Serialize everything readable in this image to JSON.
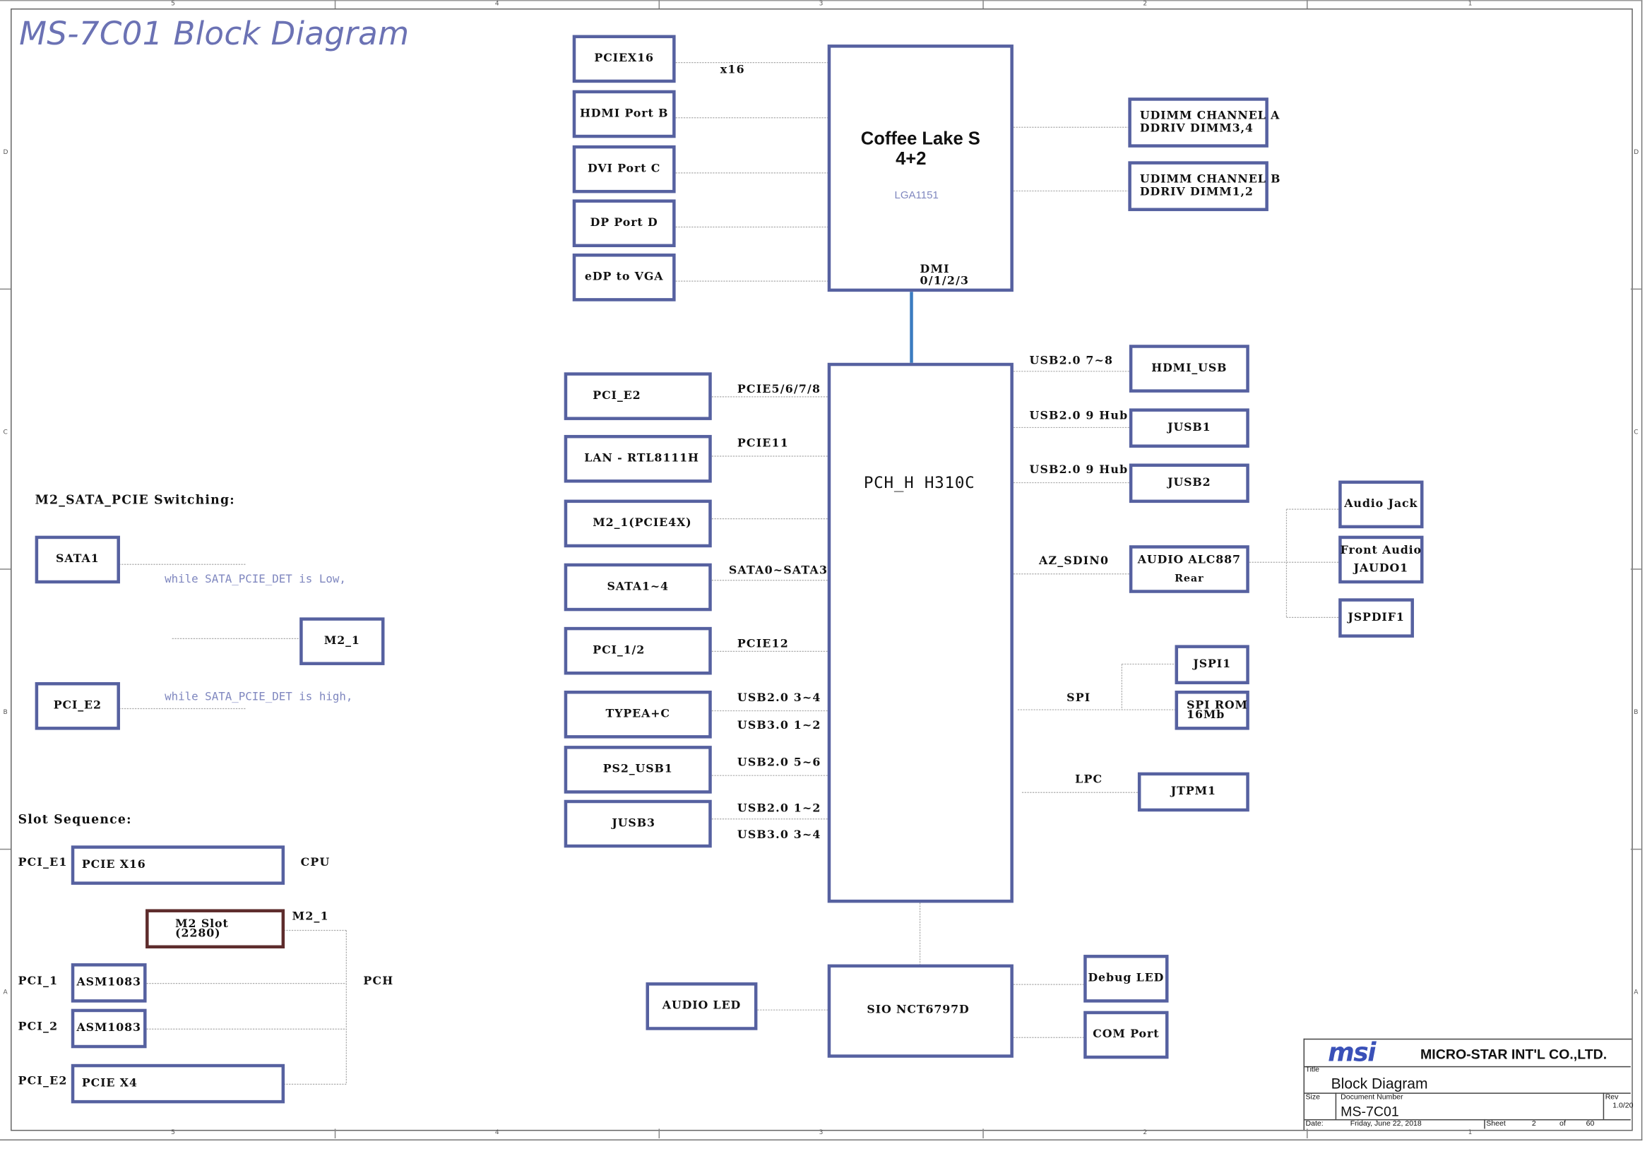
{
  "title": "MS-7C01 Block Diagram",
  "zone_numbers_top": [
    "5",
    "4",
    "3",
    "2",
    "1"
  ],
  "zone_numbers_bottom": [
    "5",
    "4",
    "3",
    "2",
    "1"
  ],
  "zone_letters": [
    "D",
    "C",
    "B",
    "A"
  ],
  "cpu": {
    "name_line1": "Coffee Lake S",
    "name_line2": "4+2",
    "socket": "LGA1151",
    "dmi_line1": "DMI",
    "dmi_line2": "0/1/2/3"
  },
  "cpu_left": [
    {
      "label": "PCIEX16",
      "link": "x16"
    },
    {
      "label": "HDMI Port B",
      "link": ""
    },
    {
      "label": "DVI Port C",
      "link": ""
    },
    {
      "label": "DP Port D",
      "link": ""
    },
    {
      "label": "eDP to VGA",
      "link": ""
    }
  ],
  "cpu_right": [
    {
      "line1": "UDIMM  CHANNEL A",
      "line2": "DDRIV  DIMM3,4"
    },
    {
      "line1": "UDIMM CHANNEL B",
      "line2": "DDRIV  DIMM1,2"
    }
  ],
  "pch": {
    "name": "PCH_H H310C"
  },
  "pch_left": [
    {
      "label": "PCI_E2",
      "link1": "PCIE5/6/7/8",
      "link2": ""
    },
    {
      "label": "LAN - RTL8111H",
      "link1": "PCIE11",
      "link2": ""
    },
    {
      "label": "M2_1(PCIE4X)",
      "link1": "",
      "link2": ""
    },
    {
      "label": "SATA1~4",
      "link1": "SATA0~SATA3",
      "link2": ""
    },
    {
      "label": "PCI_1/2",
      "link1": "PCIE12",
      "link2": ""
    },
    {
      "label": "TYPEA+C",
      "link1": "USB2.0  3~4",
      "link2": "USB3.0   1~2"
    },
    {
      "label": "PS2_USB1",
      "link1": "USB2.0  5~6",
      "link2": ""
    },
    {
      "label": "JUSB3",
      "link1": "USB2.0  1~2",
      "link2": "USB3.0  3~4"
    }
  ],
  "pch_right": [
    {
      "label": "HDMI_USB",
      "link": "USB2.0  7~8"
    },
    {
      "label": "JUSB1",
      "link": "USB2.0  9  Hub"
    },
    {
      "label": "JUSB2",
      "link": "USB2.0  9  Hub"
    },
    {
      "label_line1": "AUDIO ALC887",
      "label_line2": "Rear",
      "link": "AZ_SDIN0"
    },
    {
      "label": "JSPI1",
      "link": "SPI"
    },
    {
      "label_line1": "SPI ROM",
      "label_line2": "16Mb",
      "link": ""
    },
    {
      "label": "JTPM1",
      "link": "LPC"
    }
  ],
  "audio": {
    "jack": "Audio  Jack",
    "front_line1": "Front  Audio",
    "front_line2": "JAUDO1",
    "spdif": "JSPDIF1"
  },
  "sio": {
    "name": "SIO NCT6797D",
    "left": "AUDIO LED",
    "right1": "Debug LED",
    "right2": "COM Port"
  },
  "switching": {
    "heading": "M2_SATA_PCIE  Switching:",
    "sata": "SATA1",
    "pcie": "PCI_E2",
    "m2": "M2_1",
    "note_low": "while  SATA_PCIE_DET  is  Low,",
    "note_high": "while  SATA_PCIE_DET  is  high,"
  },
  "slots": {
    "heading": "Slot Sequence:",
    "rows": [
      {
        "name": "PCI_E1",
        "box": "PCIE X16",
        "tag": "CPU"
      },
      {
        "name": "",
        "box_line1": "M2  Slot",
        "box_line2": "(2280)",
        "tag": "M2_1"
      },
      {
        "name": "PCI_1",
        "box": "ASM1083",
        "tag": "PCH"
      },
      {
        "name": "PCI_2",
        "box": "ASM1083",
        "tag": ""
      },
      {
        "name": "PCI_E2",
        "box": "PCIE X4",
        "tag": ""
      }
    ]
  },
  "title_block": {
    "logo": "msi",
    "company": "MICRO-STAR INT'L CO.,LTD.",
    "title_label": "Title",
    "title": "Block Diagram",
    "size_label": "Size",
    "docnum_label": "Document  Number",
    "docnum": "MS-7C01",
    "rev_label": "Rev",
    "rev": "1.0/20",
    "date_label": "Date:",
    "date": "Friday, June 22, 2018",
    "sheet_label": "Sheet",
    "sheet": "2",
    "of_label": "of",
    "sheets_total": "60"
  },
  "colors": {
    "box_border": "#5661a0",
    "m2_slot_border": "#5e2c2c",
    "title_text": "#6b72b4",
    "note_text": "#7f87bf",
    "dmi_link": "#3b7cc0",
    "connector_line": "#aaaaaa"
  }
}
